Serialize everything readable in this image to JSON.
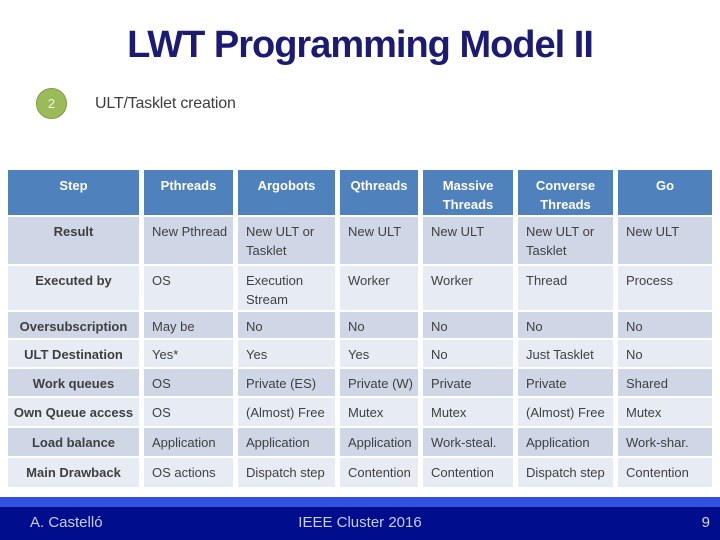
{
  "slide": {
    "title": "LWT Programming Model II",
    "bullet": {
      "number": "2",
      "text": "ULT/Tasklet creation"
    },
    "footer": {
      "author": "A. Castelló",
      "conference": "IEEE Cluster 2016",
      "page_number": "9"
    }
  },
  "colors": {
    "title_text": "#1b1b73",
    "bullet_green": "#9bbb59",
    "table_header_bg": "#4f81bd",
    "table_row_dark": "#cfd6e5",
    "table_row_light": "#e7ebf4",
    "footer_strip_blue": "#3252de",
    "footer_bar_navy": "#000d8d"
  },
  "table": {
    "columns": [
      "Step",
      "Pthreads",
      "Argobots",
      "Qthreads",
      "Massive Threads",
      "Converse Threads",
      "Go"
    ],
    "rows": [
      {
        "label": "Result",
        "cells": [
          "New Pthread",
          "New ULT or Tasklet",
          "New ULT",
          "New ULT",
          "New ULT or Tasklet",
          "New ULT"
        ]
      },
      {
        "label": "Executed by",
        "cells": [
          "OS",
          "Execution Stream",
          "Worker",
          "Worker",
          "Thread",
          "Process"
        ]
      },
      {
        "label": "Oversubscription",
        "cells": [
          "May be",
          "No",
          "No",
          "No",
          "No",
          "No"
        ]
      },
      {
        "label": "ULT Destination",
        "cells": [
          "Yes*",
          "Yes",
          "Yes",
          "No",
          "Just Tasklet",
          "No"
        ]
      },
      {
        "label": "Work queues",
        "cells": [
          "OS",
          "Private (ES)",
          "Private (W)",
          "Private",
          "Private",
          "Shared"
        ]
      },
      {
        "label": "Own Queue access",
        "cells": [
          "OS",
          "(Almost) Free",
          "Mutex",
          "Mutex",
          "(Almost) Free",
          "Mutex"
        ]
      },
      {
        "label": "Load balance",
        "cells": [
          "Application",
          "Application",
          "Application",
          "Work-steal.",
          "Application",
          "Work-shar."
        ]
      },
      {
        "label": "Main Drawback",
        "cells": [
          "OS actions",
          "Dispatch step",
          "Contention",
          "Contention",
          "Dispatch step",
          "Contention"
        ]
      }
    ]
  }
}
